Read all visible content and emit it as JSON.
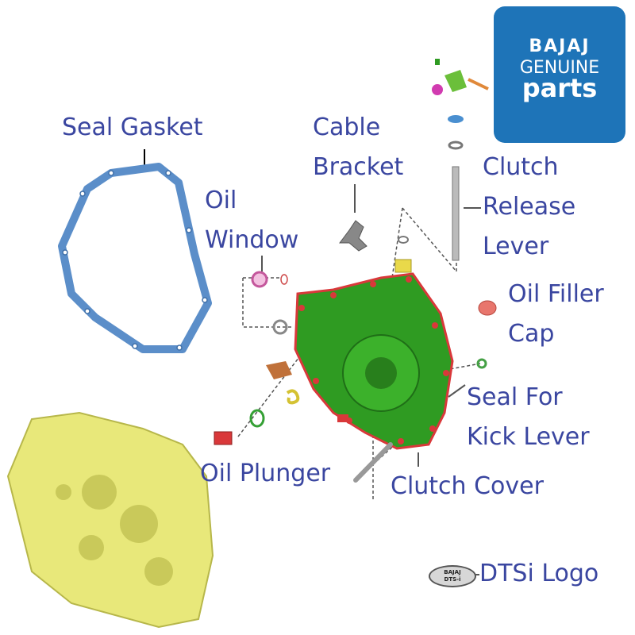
{
  "brand_logo": {
    "line1": "BAJAJ",
    "line2": "GENUINE",
    "line3": "parts",
    "color": "#1e74b8"
  },
  "labels": {
    "seal_gasket": "Seal Gasket",
    "cable_bracket": [
      "Cable",
      "Bracket"
    ],
    "clutch_release_lever": [
      "Clutch",
      "Release",
      "Lever"
    ],
    "oil_window": [
      "Oil",
      "Window"
    ],
    "oil_filler_cap": [
      "Oil Filler",
      "Cap"
    ],
    "seal_for_kick_lever": [
      "Seal For",
      "Kick Lever"
    ],
    "oil_plunger": "Oil Plunger",
    "clutch_cover": "Clutch Cover",
    "dtsi_logo": "DTSi Logo"
  },
  "dtsi_badge": {
    "line1": "BAJAJ",
    "line2": "DTS-i"
  },
  "colors": {
    "label_text": "#3a46a0",
    "gasket": "#5b8ec9",
    "clutch_cover": "#2f9b22",
    "crankcase": "#e8e87a",
    "part_red": "#d9383a"
  }
}
